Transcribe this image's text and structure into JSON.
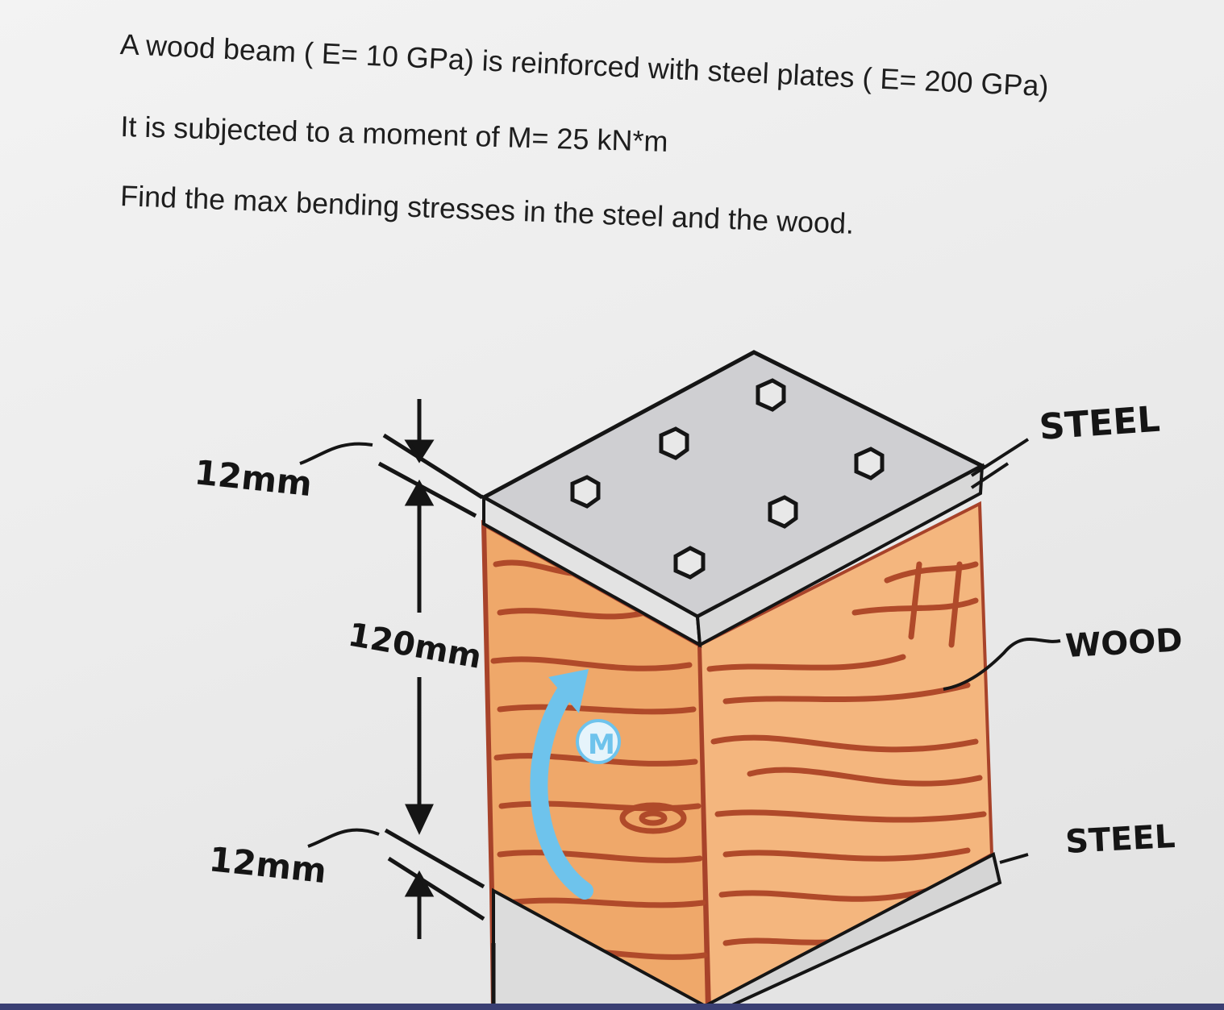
{
  "problem": {
    "line1": "A wood beam ( E= 10 GPa) is reinforced with steel plates ( E= 200 GPa)",
    "line2": "It is subjected to a moment of M= 25 kN*m",
    "line3": "Find the max bending stresses in the steel and the wood."
  },
  "figure": {
    "dim_top_plate": "12mm",
    "dim_wood": "120mm",
    "dim_bottom_plate": "12mm",
    "label_top_steel": "STEEL",
    "label_wood": "WOOD",
    "label_bottom_steel": "STEEL",
    "moment_symbol": "M"
  },
  "colors": {
    "wood": "#efa86a",
    "wood_grain": "#b04a2a",
    "steel_top": "#cfcfd2",
    "steel_side": "#dcdcdc",
    "moment_arrow": "#6ec3ec",
    "ink": "#151515"
  }
}
